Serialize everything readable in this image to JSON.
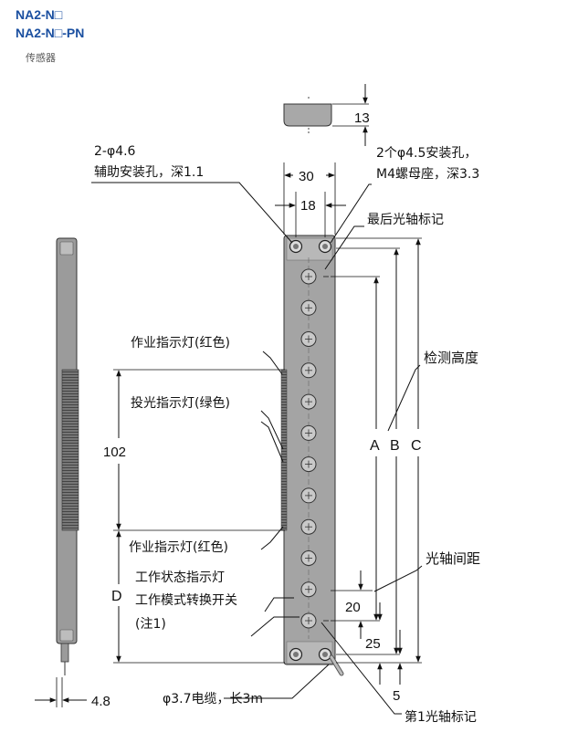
{
  "header": {
    "model_1": "NA2-N□",
    "model_2": "NA2-N□-PN",
    "category": "传感器"
  },
  "labels": {
    "aux_hole_line1": "2-φ4.6",
    "aux_hole_line2": "辅助安装孔，深1.1",
    "mount_hole_line1": "2个φ4.5安装孔，",
    "mount_hole_line2": "M4螺母座，深3.3",
    "last_axis_mark": "最后光轴标记",
    "detect_height": "检测高度",
    "op_indicator_top": "作业指示灯(红色)",
    "emit_indicator": "投光指示灯(绿色)",
    "op_indicator_bottom": "作业指示灯(红色)",
    "status_line1": "工作状态指示灯",
    "status_line2": "工作模式转换开关",
    "status_line3": "(注1)",
    "axis_pitch": "光轴间距",
    "cable": "φ3.7电缆，长3m",
    "first_axis_mark": "第1光轴标记"
  },
  "dimensions": {
    "d13": "13",
    "d30": "30",
    "d18": "18",
    "d102": "102",
    "dD": "D",
    "dA": "A",
    "dB": "B",
    "dC": "C",
    "d20": "20",
    "d25": "25",
    "d5": "5",
    "d48": "4.8"
  }
}
